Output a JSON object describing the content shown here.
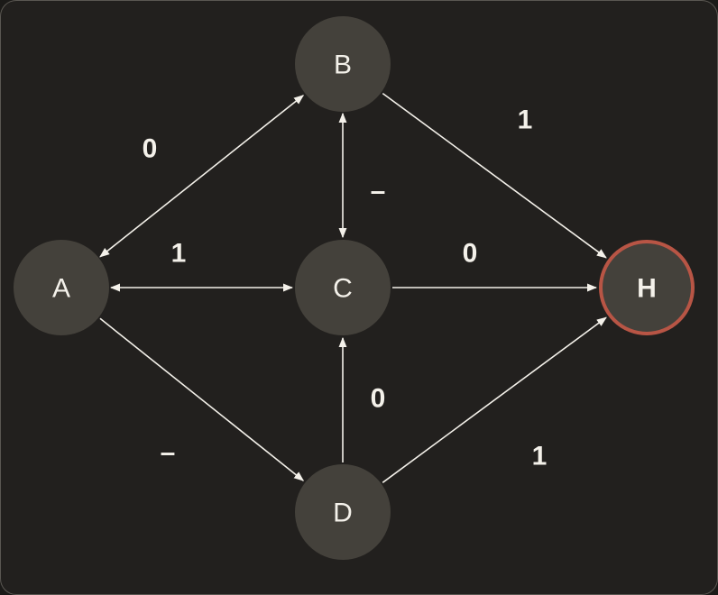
{
  "diagram": {
    "nodes": [
      {
        "id": "A",
        "label": "A",
        "highlight": false
      },
      {
        "id": "B",
        "label": "B",
        "highlight": false
      },
      {
        "id": "C",
        "label": "C",
        "highlight": false
      },
      {
        "id": "D",
        "label": "D",
        "highlight": false
      },
      {
        "id": "H",
        "label": "H",
        "highlight": true
      }
    ],
    "edges": [
      {
        "from": "A",
        "to": "B",
        "bidirectional": true,
        "label": "0"
      },
      {
        "from": "A",
        "to": "C",
        "bidirectional": true,
        "label": "1"
      },
      {
        "from": "A",
        "to": "D",
        "bidirectional": false,
        "label": "–"
      },
      {
        "from": "B",
        "to": "C",
        "bidirectional": true,
        "label": "–"
      },
      {
        "from": "B",
        "to": "H",
        "bidirectional": false,
        "label": "1"
      },
      {
        "from": "C",
        "to": "H",
        "bidirectional": false,
        "label": "0"
      },
      {
        "from": "D",
        "to": "C",
        "bidirectional": false,
        "label": "0"
      },
      {
        "from": "D",
        "to": "H",
        "bidirectional": false,
        "label": "1"
      }
    ]
  },
  "colors": {
    "background": "#22201e",
    "node_fill": "#44413b",
    "node_text": "#f4f1ea",
    "edge": "#f4f1ea",
    "highlight_border": "#b85545"
  }
}
